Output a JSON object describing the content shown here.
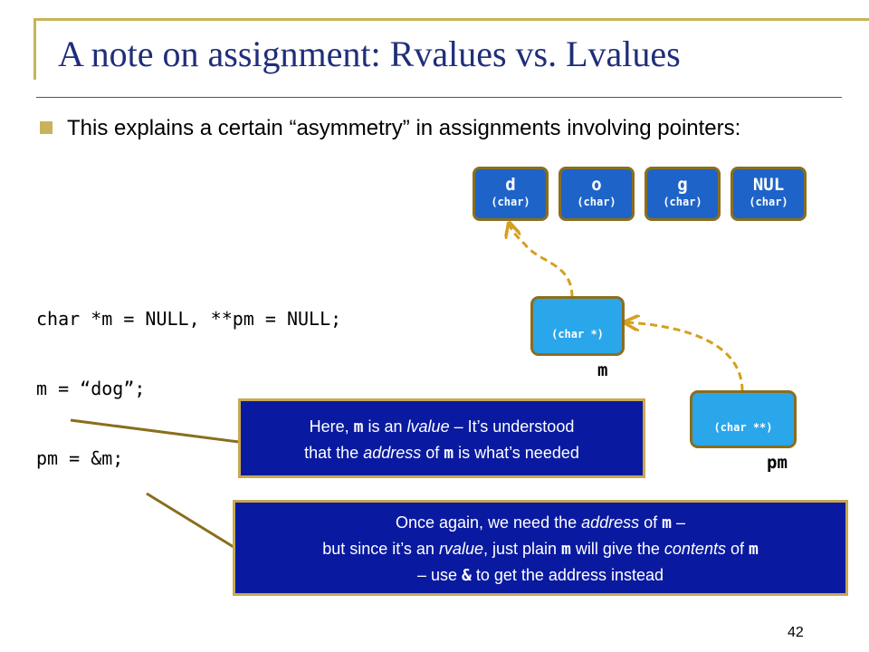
{
  "slide": {
    "title": "A note on assignment: Rvalues vs. Lvalues",
    "bullet": "This explains a certain “asymmetry” in assignments involving pointers:",
    "page_number": "42"
  },
  "code": {
    "line1": "char *m = NULL, **pm = NULL;",
    "line2": "m = “dog”;",
    "line3": "pm = &m;"
  },
  "memory": {
    "cells": [
      {
        "char": "d",
        "type": "(char)"
      },
      {
        "char": "o",
        "type": "(char)"
      },
      {
        "char": "g",
        "type": "(char)"
      },
      {
        "char": "NUL",
        "type": "(char)"
      }
    ],
    "m_box": {
      "type": "(char *)",
      "label": "m"
    },
    "pm_box": {
      "type": "(char **)",
      "label": "pm"
    }
  },
  "callouts": {
    "lvalue": {
      "p1": "Here, ",
      "m1": "m",
      "p2": " is an ",
      "it1": "lvalue",
      "p3": " – It’s understood",
      "p4": "that the ",
      "it2": "address",
      "p5": " of ",
      "m2": "m",
      "p6": " is what’s needed"
    },
    "rvalue": {
      "p1": "Once again, we need the ",
      "it1": "address",
      "p2": " of ",
      "m1": "m",
      "p3": " –",
      "p4": "but  since it’s an ",
      "it2": "rvalue",
      "p5": ", just plain ",
      "m2": "m",
      "p6": " will give the ",
      "it3": "contents",
      "p7": " of ",
      "m3": "m",
      "p8": "– use ",
      "m4": "&",
      "p9": " to get the address instead"
    }
  },
  "colors": {
    "title": "#1f2e7a",
    "accent": "#c8b35a",
    "cell_fill": "#1e64c8",
    "pointer_fill": "#2aa6ea",
    "callout_fill": "#0a1aa0",
    "arrow": "#d4a020"
  }
}
